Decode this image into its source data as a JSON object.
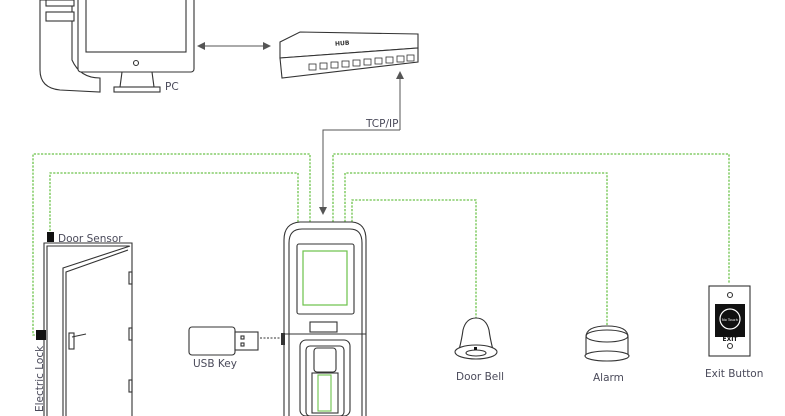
{
  "labels": {
    "pc": "PC",
    "hub": "HUB",
    "tcpip": "TCP/IP",
    "door_sensor": "Door Sensor",
    "electric_lock": "Electric Lock",
    "usb_key": "USB Key",
    "door_bell": "Door Bell",
    "alarm": "Alarm",
    "exit_button": "Exit Button",
    "exit_text": "EXIT",
    "no_touch": "No Touch"
  },
  "colors": {
    "wire": "#6cc24a",
    "network": "#555555",
    "text": "#4a4a5a"
  }
}
